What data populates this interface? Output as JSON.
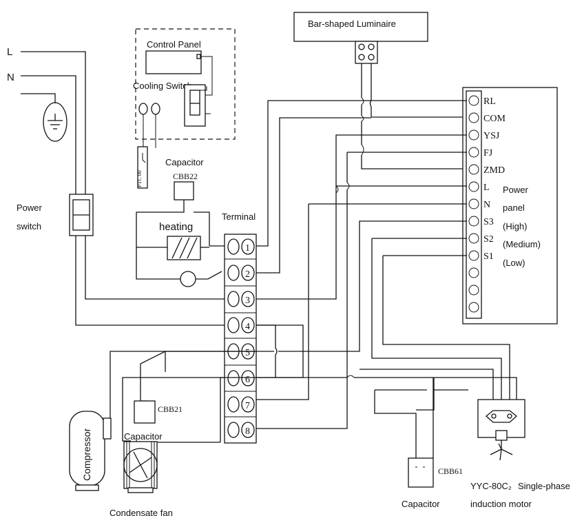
{
  "mains": {
    "line": "L",
    "neutral": "N"
  },
  "power_switch": {
    "label_line1": "Power",
    "label_line2": "switch"
  },
  "control_panel": {
    "title": "Control Panel",
    "cooling_switch": "Cooling Switch",
    "sensor_text": "PTC 00"
  },
  "capacitor_heating": {
    "label": "Capacitor",
    "model": "CBB22",
    "heating": "heating"
  },
  "terminal": {
    "label": "Terminal",
    "numbers": [
      "1",
      "2",
      "3",
      "4",
      "5",
      "6",
      "7",
      "8"
    ]
  },
  "luminaire": {
    "label": "Bar-shaped Luminaire"
  },
  "power_panel": {
    "pins": [
      "RL",
      "COM",
      "YSJ",
      "FJ",
      "ZMD",
      "L",
      "N",
      "S3",
      "S2",
      "S1"
    ],
    "label_line1": "Power",
    "label_line2": "panel",
    "speeds": [
      "(High)",
      "(Medium)",
      "(Low)"
    ]
  },
  "compressor": {
    "label": "Compressor"
  },
  "capacitor_cbb21": {
    "label": "Capacitor",
    "model": "CBB21"
  },
  "condensate_fan": {
    "label": "Condensate fan"
  },
  "capacitor_cbb61": {
    "label": "Capacitor",
    "model": "CBB61"
  },
  "motor": {
    "model": "YYC-80C₂",
    "label_line1": "Single-phase",
    "label_line2": "induction motor"
  }
}
